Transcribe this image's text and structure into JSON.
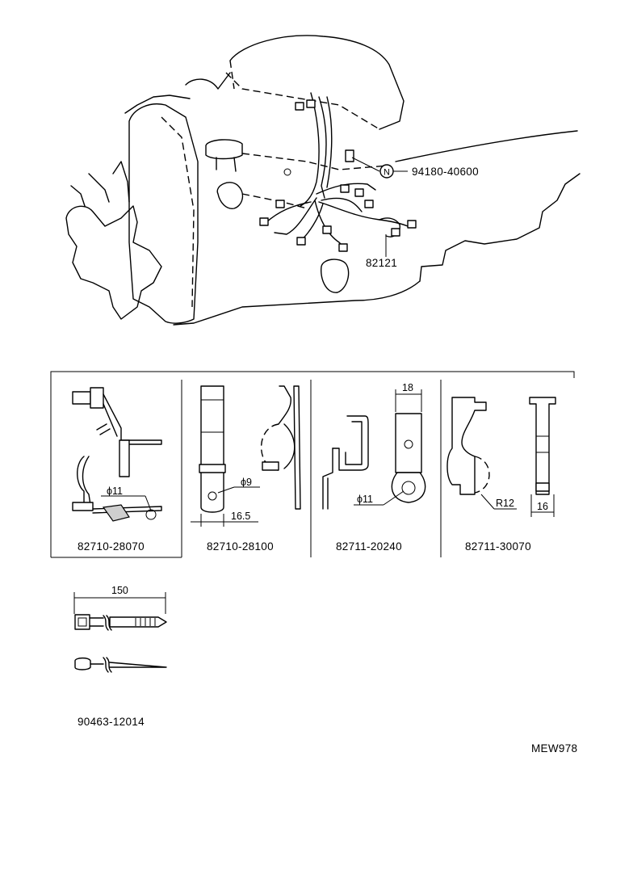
{
  "callouts": {
    "bolt_symbol": "N",
    "bolt_part": "94180-40600",
    "harness_part": "82121"
  },
  "clamps": [
    {
      "part": "82710-28070",
      "hole": "ϕ11"
    },
    {
      "part": "82710-28100",
      "hole": "ϕ9",
      "width": "16.5"
    },
    {
      "part": "82711-20240",
      "hole": "ϕ11",
      "width": "18"
    },
    {
      "part": "82711-30070",
      "radius": "R12",
      "width": "16"
    }
  ],
  "cable_tie": {
    "length": "150",
    "part": "90463-12014"
  },
  "figure_code": "MEW978"
}
